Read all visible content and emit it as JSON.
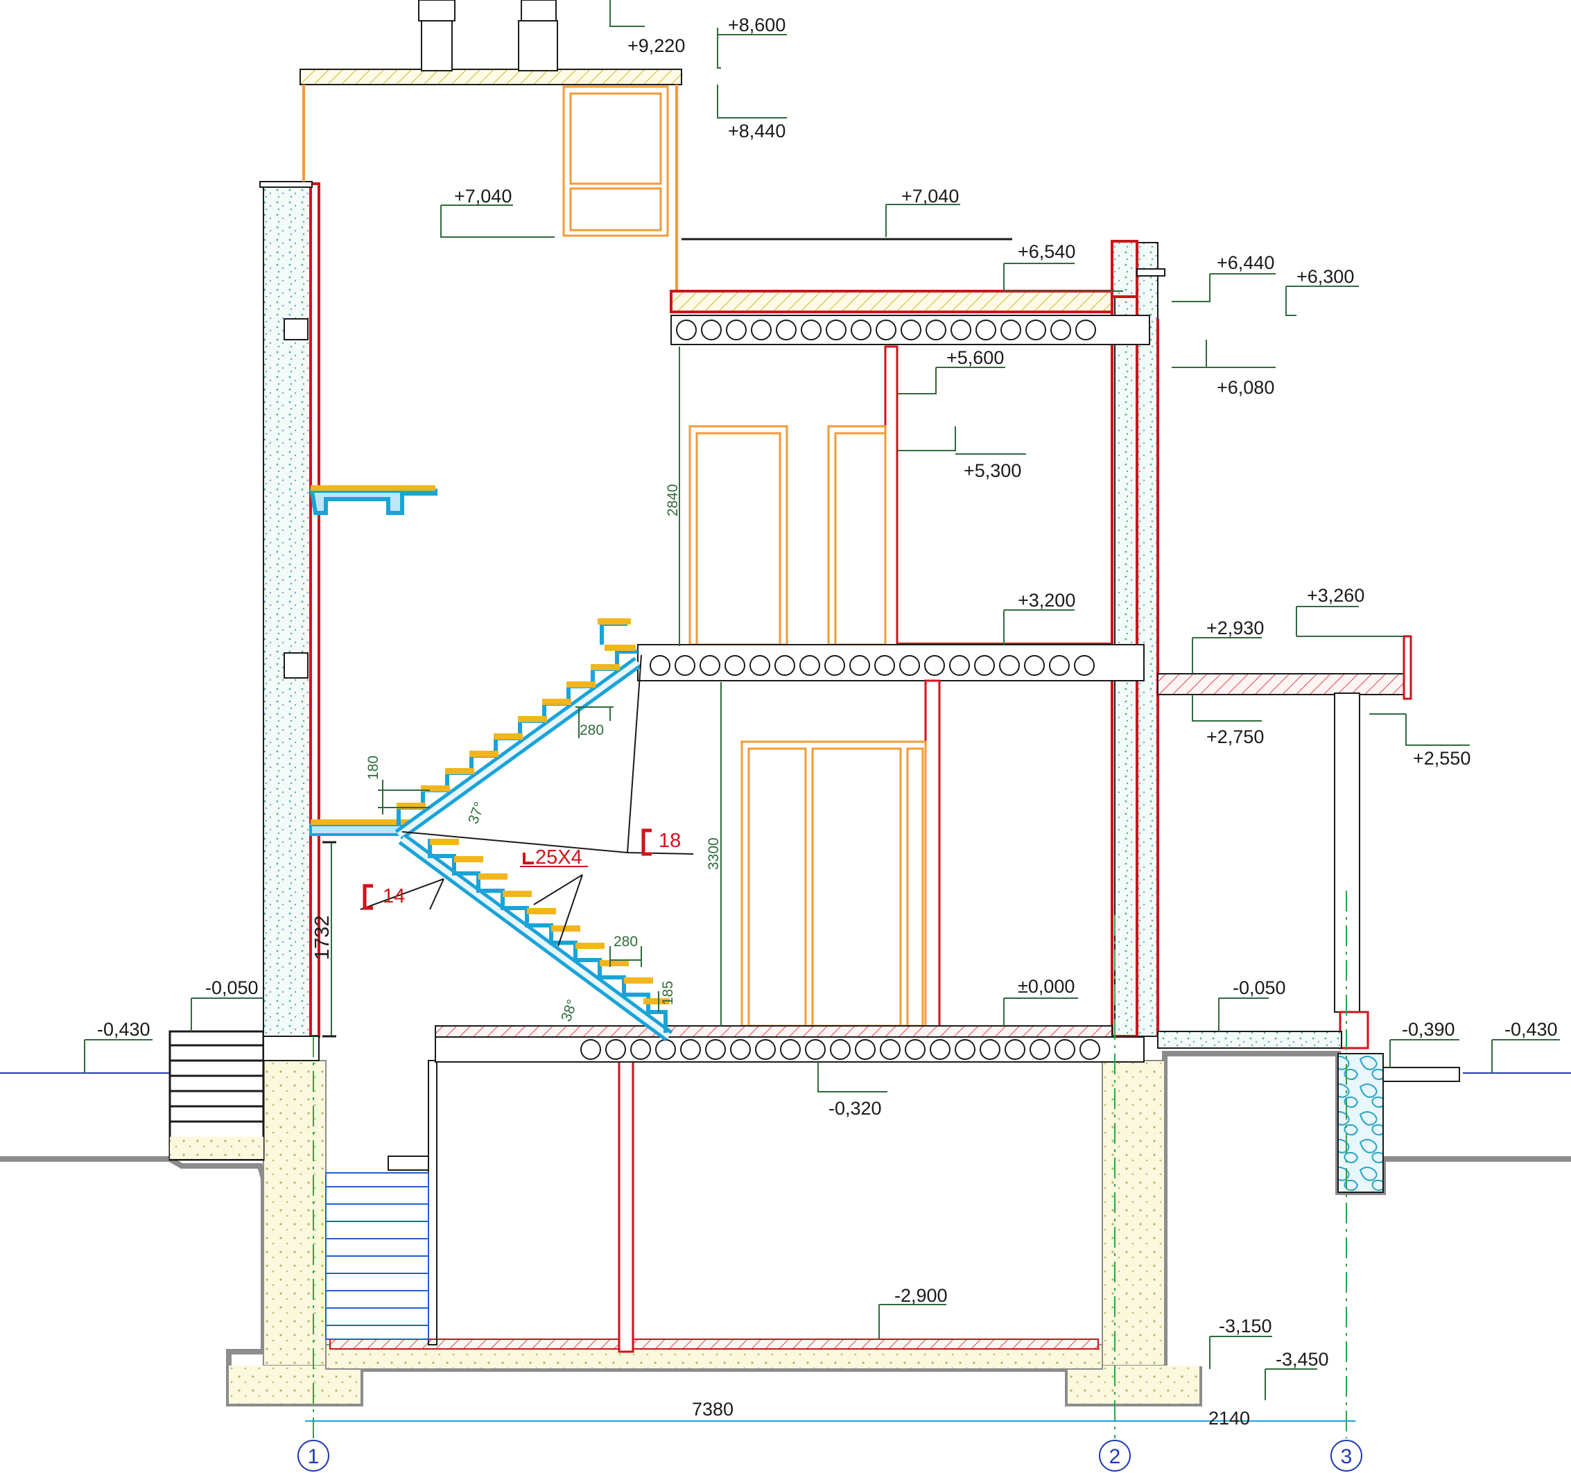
{
  "colors": {
    "wall_outline": "#d0121b",
    "stair": "#1aa3d9",
    "tread": "#f3b51c",
    "window": "#f39a3a",
    "dimension": "#2f6b3a",
    "ground": "#8c8c8c",
    "axis": "#1f3bb0",
    "insulation": "#9ad0c4",
    "footing": "#efe9b0"
  },
  "elevations": {
    "e9220": "+9,220",
    "e8600": "+8,600",
    "e8440": "+8,440",
    "e7040_left": "+7,040",
    "e7040_right": "+7,040",
    "e6540": "+6,540",
    "e6440": "+6,440",
    "e6300": "+6,300",
    "e6080": "+6,080",
    "e5600": "+5,600",
    "e5300": "+5,300",
    "e3260": "+3,260",
    "e3200": "+3,200",
    "e2930": "+2,930",
    "e2750": "+2,750",
    "e2550": "+2,550",
    "e0000": "±0,000",
    "m0050_left": "-0,050",
    "m0050_right": "-0,050",
    "m0430_left": "-0,430",
    "m0390": "-0,390",
    "m0430_right": "-0,430",
    "m0320": "-0,320",
    "m2900": "-2,900",
    "m3150": "-3,150",
    "m3450": "-3,450"
  },
  "dimensions": {
    "d2840": "2840",
    "d3300": "3300",
    "d1732": "1732",
    "d280_upper": "280",
    "d180": "180",
    "d37": "37°",
    "d280_lower": "280",
    "d185": "185",
    "d38": "38°",
    "span_1_2": "7380",
    "span_2_3": "2140"
  },
  "profiles": {
    "channel_18": "18",
    "angle_25x4": "25X4",
    "channel_14": "14"
  },
  "axes": {
    "a1": "1",
    "a2": "2",
    "a3": "3"
  }
}
